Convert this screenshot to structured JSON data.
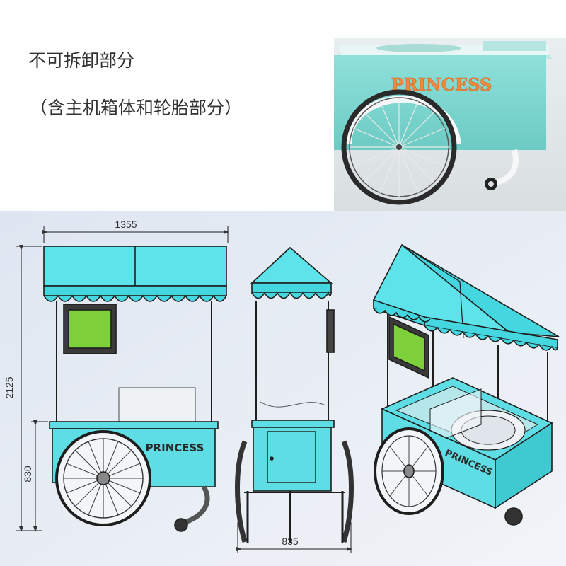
{
  "captions": {
    "line1": "不可拆卸部分",
    "line2": "（含主机箱体和轮胎部分）"
  },
  "photo": {
    "brand_text": "PRINCESS",
    "colors": {
      "body": "#7fd6cf",
      "brand": "#f08c3c",
      "wheel": "#2a2a2a"
    }
  },
  "drawing": {
    "brand_text": "PRINCESS",
    "dims": {
      "width_front": "1355",
      "height_total": "2125",
      "height_body": "830",
      "width_side": "835"
    },
    "colors": {
      "canopy": "#5fe3ea",
      "body": "#5fdde4",
      "screen": "#7ed03a",
      "bg": "#e8eef6",
      "line": "#1e1e1e"
    }
  }
}
